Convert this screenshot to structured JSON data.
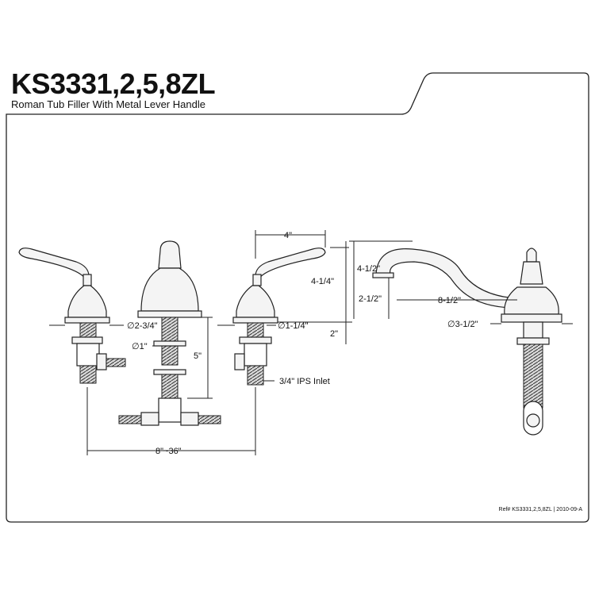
{
  "header": {
    "model": "KS3331,2,5,8ZL",
    "description": "Roman Tub Filler With Metal Lever Handle"
  },
  "dimensions": {
    "handle_width": "4\"",
    "spout_height": "4-1/2\"",
    "handle_height": "4-1/4\"",
    "spout_rise": "2-1/2\"",
    "spout_reach": "8-1/2\"",
    "escutcheon_large": "∅2-3/4\"",
    "escutcheon_small": "∅1-1/4\"",
    "escutcheon_spout": "∅3-1/2\"",
    "hole_diameter": "∅1\"",
    "shank_length": "5\"",
    "deck_thickness": "2\"",
    "inlet": "3/4\" IPS Inlet",
    "spread": "8\"~36\""
  },
  "footer": {
    "reference": "Ref# KS3331,2,5,8ZL | 2010-09-A"
  }
}
